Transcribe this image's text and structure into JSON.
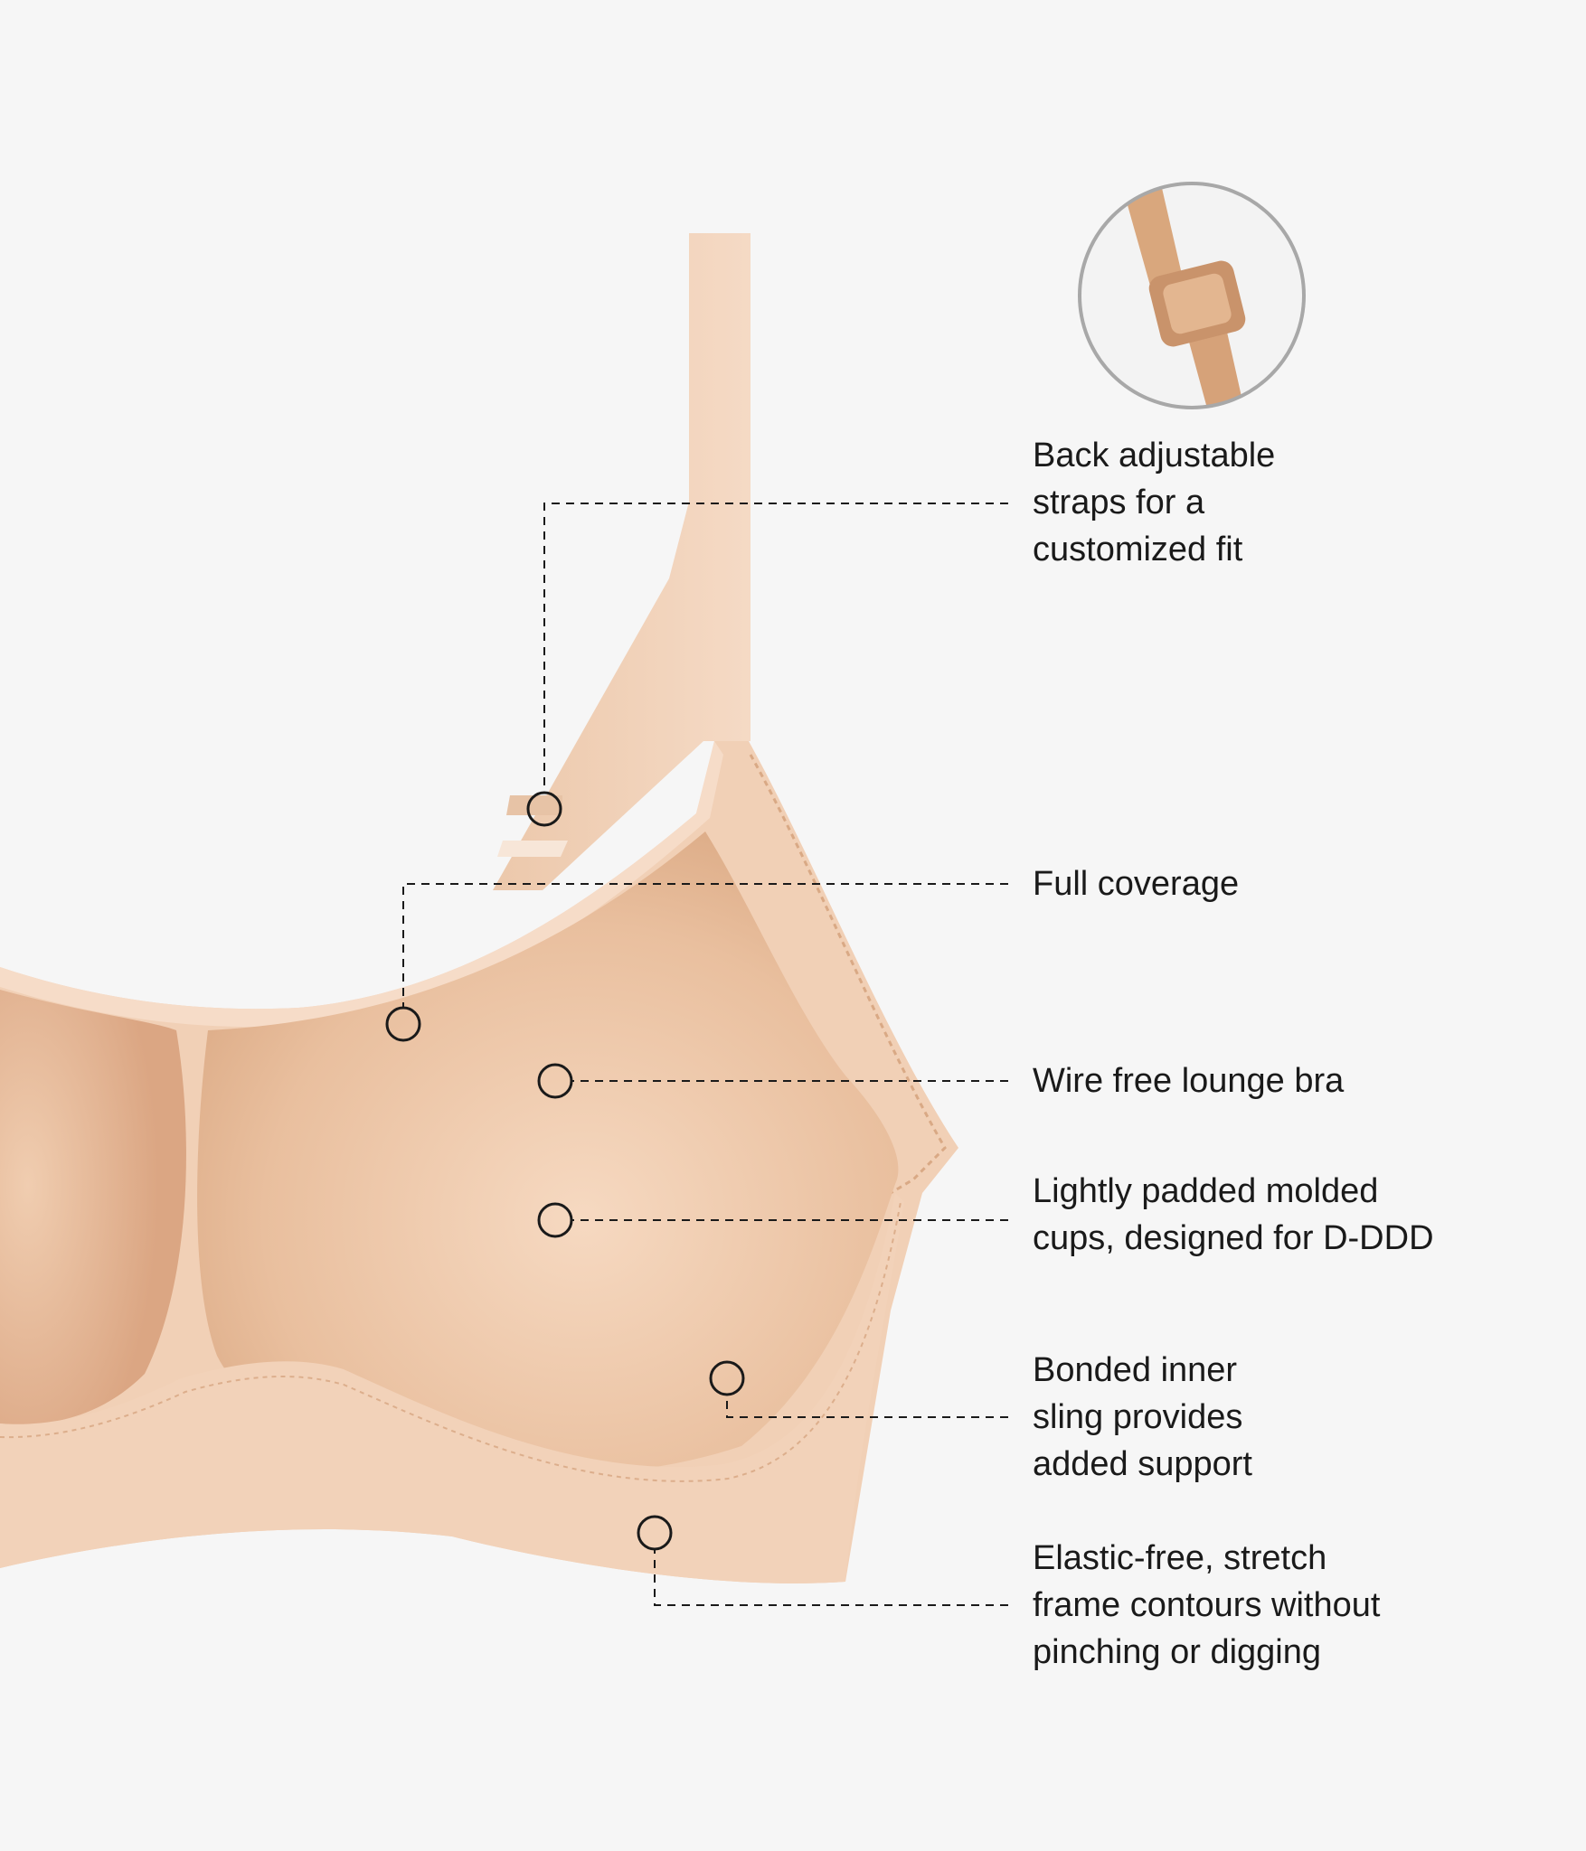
{
  "colors": {
    "background": "#f6f6f6",
    "fabric_light": "#f3d4bc",
    "fabric_mid": "#ecc5a6",
    "fabric_shadow": "#dfae88",
    "inset_strap": "#d7a57c",
    "line": "#1a1a1a"
  },
  "inset": {
    "icon": "strap-adjuster-closeup-icon"
  },
  "callouts": [
    {
      "id": "straps",
      "lines": [
        "Back adjustable",
        "straps for a",
        "customized fit"
      ]
    },
    {
      "id": "coverage",
      "lines": [
        "Full coverage"
      ]
    },
    {
      "id": "wire-free",
      "lines": [
        "Wire free lounge bra"
      ]
    },
    {
      "id": "padded-cups",
      "lines": [
        "Lightly padded molded",
        "cups, designed for D-DDD"
      ]
    },
    {
      "id": "inner-sling",
      "lines": [
        "Bonded inner",
        "sling provides",
        "added support"
      ]
    },
    {
      "id": "stretch-frame",
      "lines": [
        "Elastic-free, stretch",
        "frame contours without",
        "pinching or digging"
      ]
    }
  ]
}
